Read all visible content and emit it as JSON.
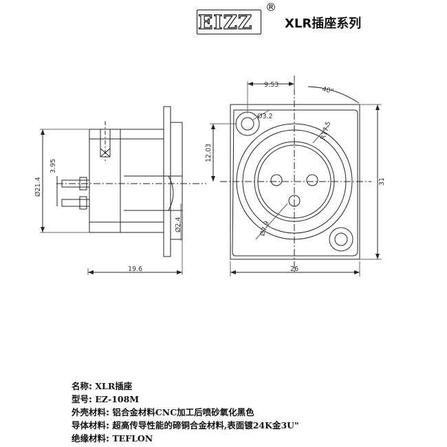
{
  "header": {
    "logo_text": "EIZZ",
    "registered_mark": "®",
    "series_title": "XLR插座系列"
  },
  "dimensions": {
    "side_height": "Ø21.4",
    "pin_offset": "3.95",
    "pin_dia": "Ø2.4",
    "side_length": "19.6",
    "hole_offset": "9.53",
    "angle": "40°",
    "hole_dia": "Ø3.2",
    "radius": "R17.5",
    "vertical_offset": "12.03",
    "width": "26",
    "height": "31",
    "body_dia": "Ø7.9"
  },
  "specs": [
    {
      "label": "名称:",
      "value": "XLR插座"
    },
    {
      "label": "型号:",
      "value": "EZ-108M"
    },
    {
      "label": "外壳材料:",
      "value": "铝合金材料CNC加工后喷砂氧化黑色"
    },
    {
      "label": "导体材料:",
      "value": "超高传导性能的碲铜合金材料,表面镀24K金3U\""
    },
    {
      "label": "绝缘材料:",
      "value": "TEFLON"
    }
  ]
}
